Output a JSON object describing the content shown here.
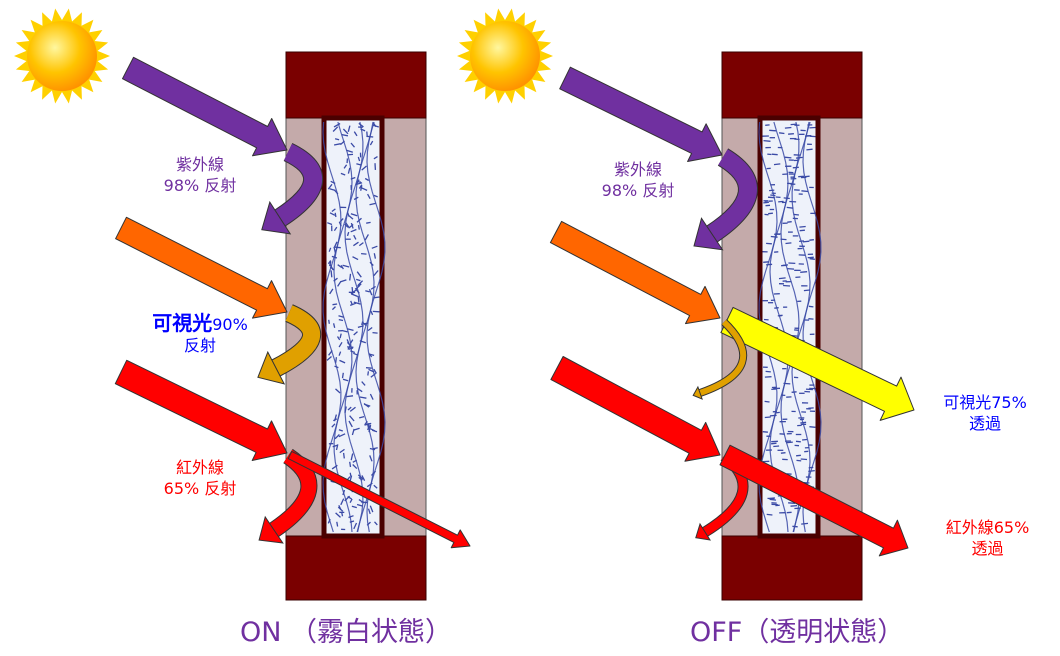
{
  "panels": {
    "on": {
      "caption": "ON （霧白状態）",
      "uv": {
        "line1": "紫外線",
        "line2": "98% 反射"
      },
      "visible": {
        "bold": "可視光",
        "pct": "90%",
        "line2": "反射"
      },
      "ir": {
        "line1": "紅外線",
        "line2": "65% 反射"
      }
    },
    "off": {
      "caption": "OFF（透明状態）",
      "uv": {
        "line1": "紫外線",
        "line2": "98% 反射"
      },
      "visible": {
        "line1": "可視光75%",
        "line2": "透過"
      },
      "ir": {
        "line1": "紅外線65%",
        "line2": "透過"
      }
    }
  },
  "colors": {
    "frame": "#7a0000",
    "glass": "#c4aaaa",
    "film_border": "#4a0000",
    "film_bg": "#eef2fa",
    "crystal": "#3a4aa6",
    "uv": "#7030a0",
    "visible_incoming": "#ff6600",
    "visible_reflected": "#e0a000",
    "visible_transmitted": "#ffff00",
    "ir": "#ff0000",
    "caption": "#7030a0",
    "label_uv": "#7030a0",
    "label_visible": "#0000ff",
    "label_ir": "#ff0000"
  }
}
